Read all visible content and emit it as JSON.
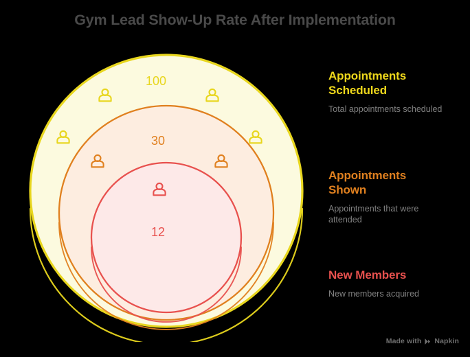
{
  "title": "Gym Lead Show-Up Rate After Implementation",
  "colors": {
    "background": "#000000",
    "title_text": "#4a4a4a",
    "description_text": "#808080",
    "yellow_stroke": "#E8D61E",
    "yellow_fill": "#FCFADF",
    "orange_stroke": "#E0801F",
    "orange_fill": "#FDEDE0",
    "red_stroke": "#E8514E",
    "red_fill": "#FDE9E8"
  },
  "chart_data": {
    "type": "pie",
    "title": "Gym Lead Show-Up Rate After Implementation",
    "subtype": "nested-concentric-funnel",
    "categories": [
      "Appointments Scheduled",
      "Appointments Shown",
      "New Members"
    ],
    "values": [
      100,
      30,
      12
    ],
    "value_labels": [
      "100",
      "30",
      "12"
    ],
    "colors": [
      "#E8D61E",
      "#E0801F",
      "#E8514E"
    ],
    "legend_position": "right",
    "grid": false
  },
  "diagram": {
    "rings": [
      {
        "key": "scheduled",
        "value_label": "100",
        "stroke": "#E8D61E",
        "fill": "#FCFADF",
        "icon_count": 4
      },
      {
        "key": "shown",
        "value_label": "30",
        "stroke": "#E0801F",
        "fill": "#FDEDE0",
        "icon_count": 2
      },
      {
        "key": "members",
        "value_label": "12",
        "stroke": "#E8514E",
        "fill": "#FDE9E8",
        "icon_count": 1
      }
    ],
    "person_icon_name": "person-icon"
  },
  "legend": {
    "items": [
      {
        "label": "Appointments Scheduled",
        "description": "Total appointments scheduled",
        "color": "#EFD81B"
      },
      {
        "label": "Appointments Shown",
        "description": "Appointments that were attended",
        "color": "#E0801F"
      },
      {
        "label": "New Members",
        "description": "New members acquired",
        "color": "#E8514E"
      }
    ]
  },
  "watermark": {
    "text_before": "Made with",
    "brand": "Napkin"
  }
}
